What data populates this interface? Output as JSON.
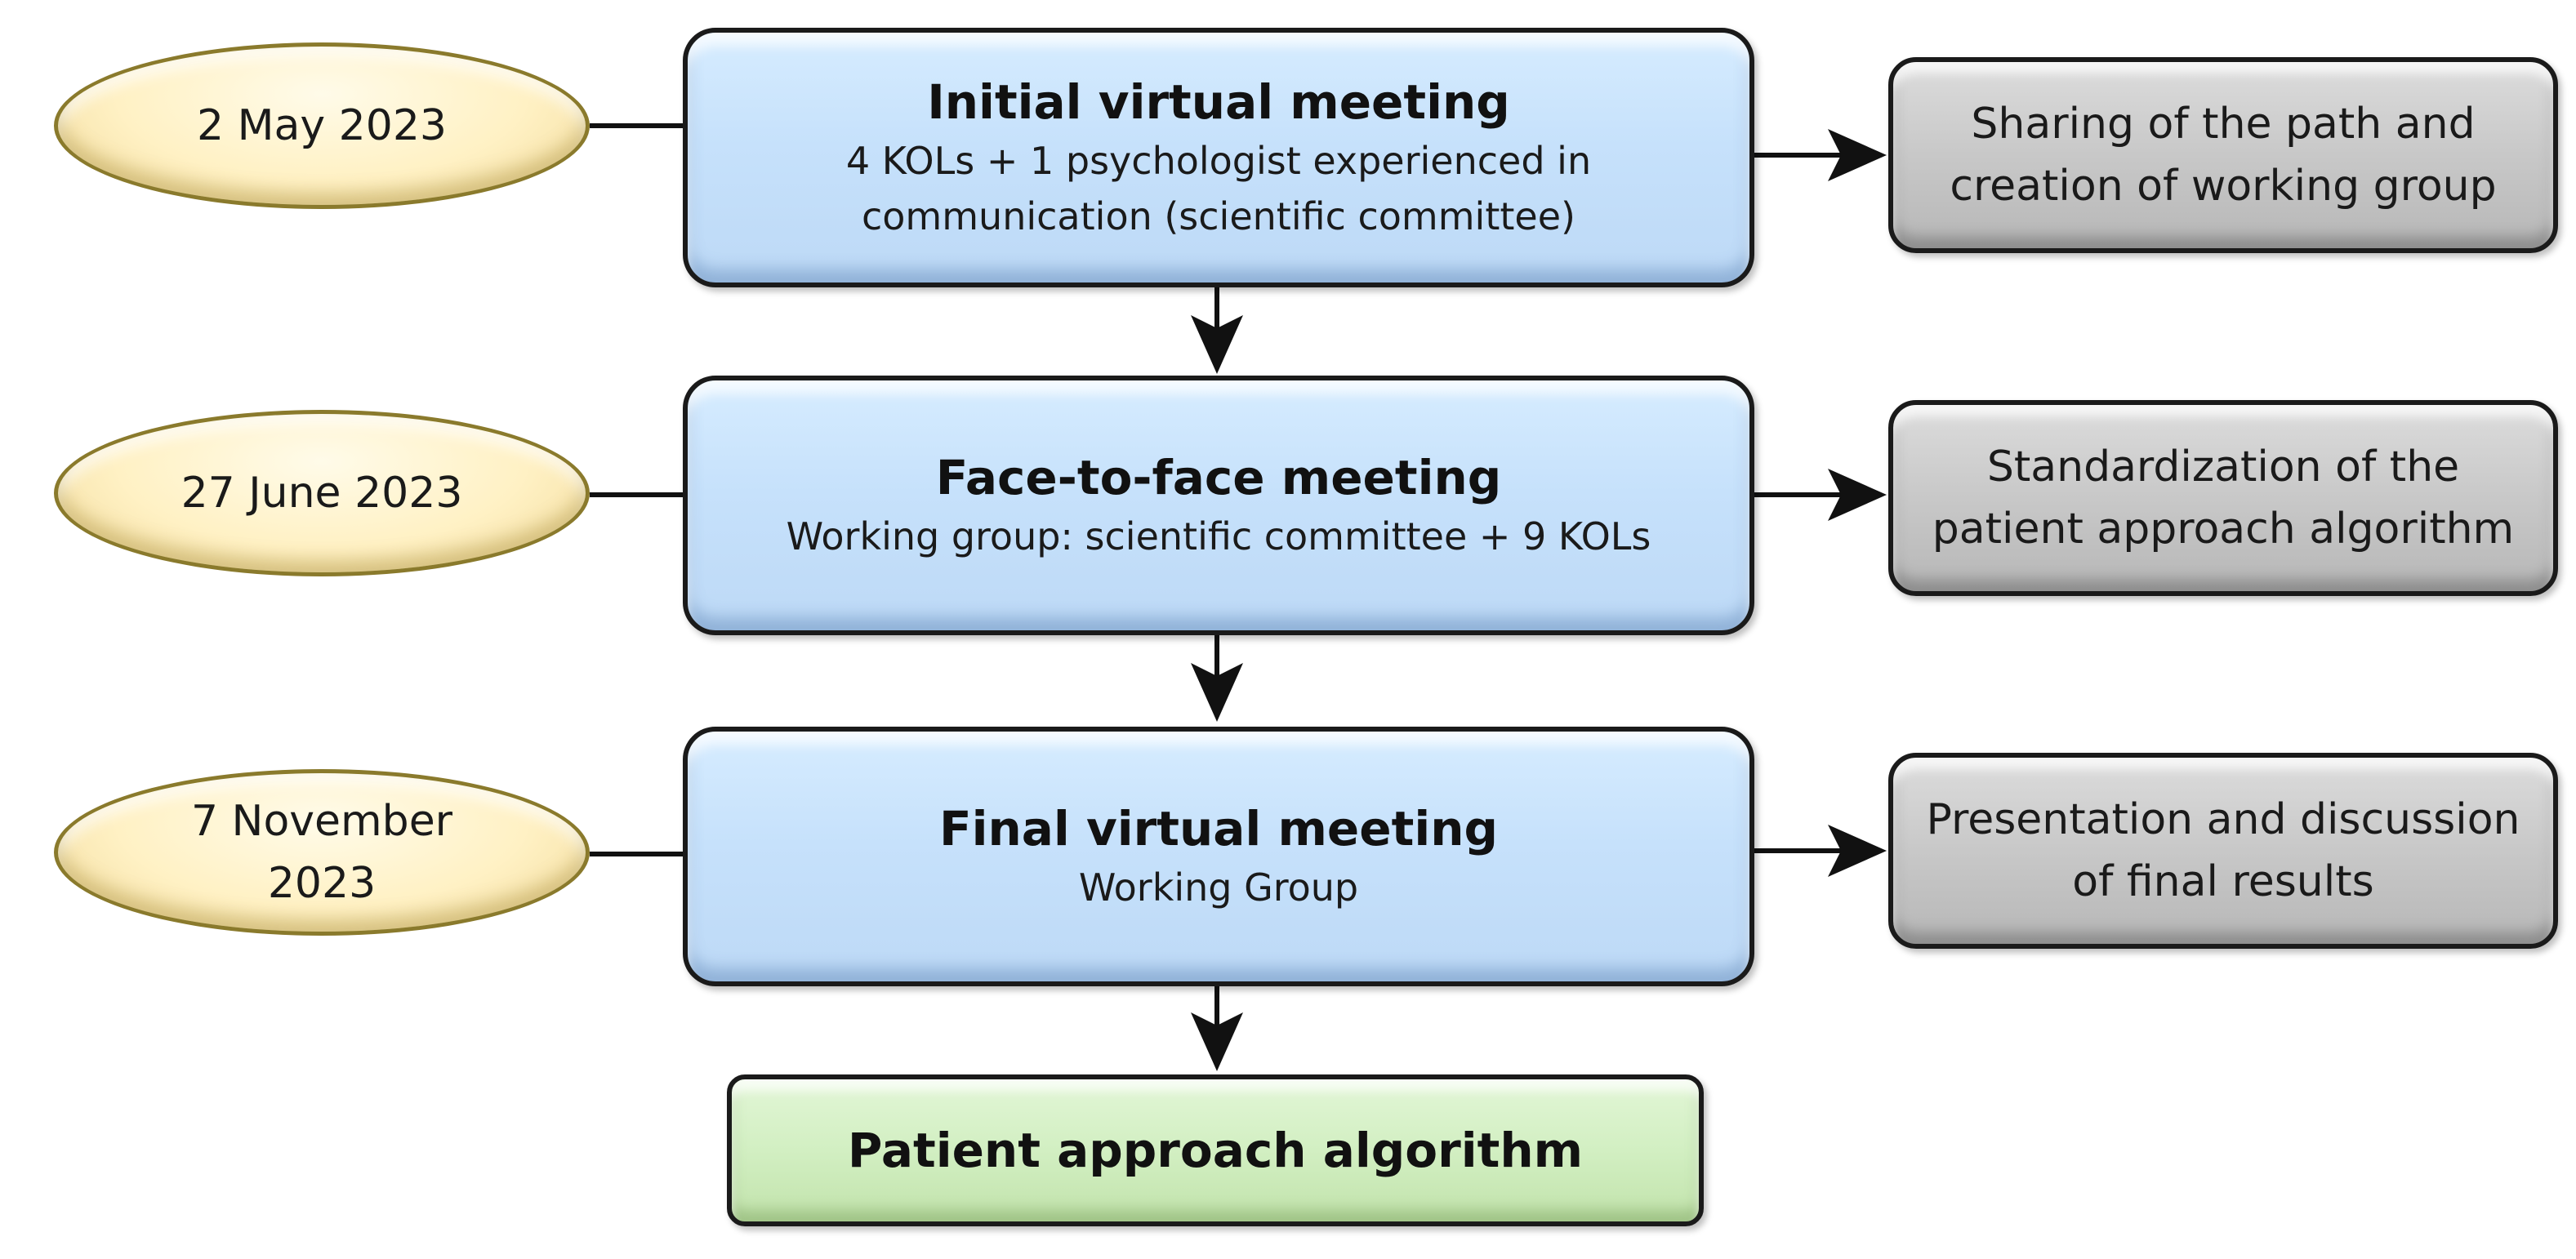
{
  "stages": [
    {
      "date": "2 May 2023",
      "title": "Initial virtual meeting",
      "subtitle": "4 KOLs + 1 psychologist experienced in\ncommunication (scientific committee)",
      "outcome": "Sharing of the path and\ncreation of working group"
    },
    {
      "date": "27 June 2023",
      "title": "Face-to-face meeting",
      "subtitle": "Working group: scientific committee + 9 KOLs",
      "outcome": "Standardization of the\npatient approach algorithm"
    },
    {
      "date": "7 November\n2023",
      "title": "Final virtual meeting",
      "subtitle": "Working Group",
      "outcome": "Presentation and discussion\nof final results"
    }
  ],
  "result": "Patient approach algorithm",
  "colors": {
    "date_fill": "#fff1c4",
    "date_border": "#8a7a2c",
    "meeting_fill": "#c6e1fb",
    "outcome_fill": "#c8c8c8",
    "result_fill": "#d2efc2",
    "line": "#111111"
  }
}
